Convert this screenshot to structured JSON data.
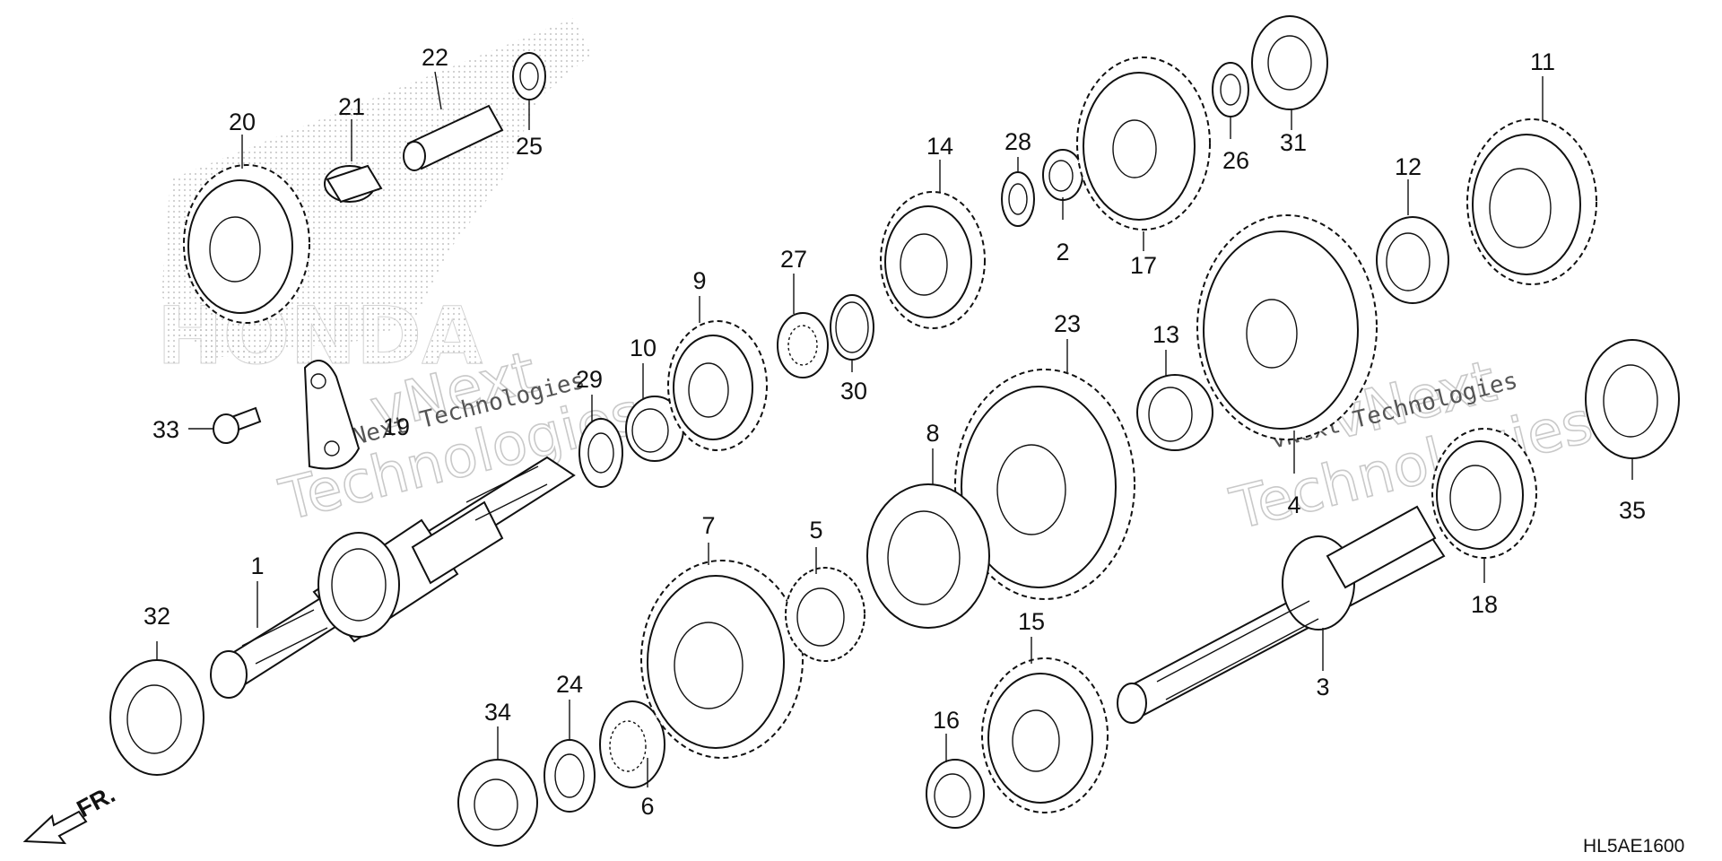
{
  "diagram": {
    "code": "HL5AE1600",
    "direction_label": "FR.",
    "watermark_brand": "HONDA",
    "watermark_lines": [
      "vNext",
      "Technologies",
      "vNext Technologies"
    ],
    "callouts": [
      "1",
      "2",
      "3",
      "4",
      "5",
      "6",
      "7",
      "8",
      "9",
      "10",
      "11",
      "12",
      "13",
      "14",
      "15",
      "16",
      "17",
      "18",
      "19",
      "20",
      "21",
      "22",
      "23",
      "24",
      "25",
      "26",
      "27",
      "28",
      "29",
      "30",
      "31",
      "32",
      "33",
      "34",
      "35"
    ]
  }
}
